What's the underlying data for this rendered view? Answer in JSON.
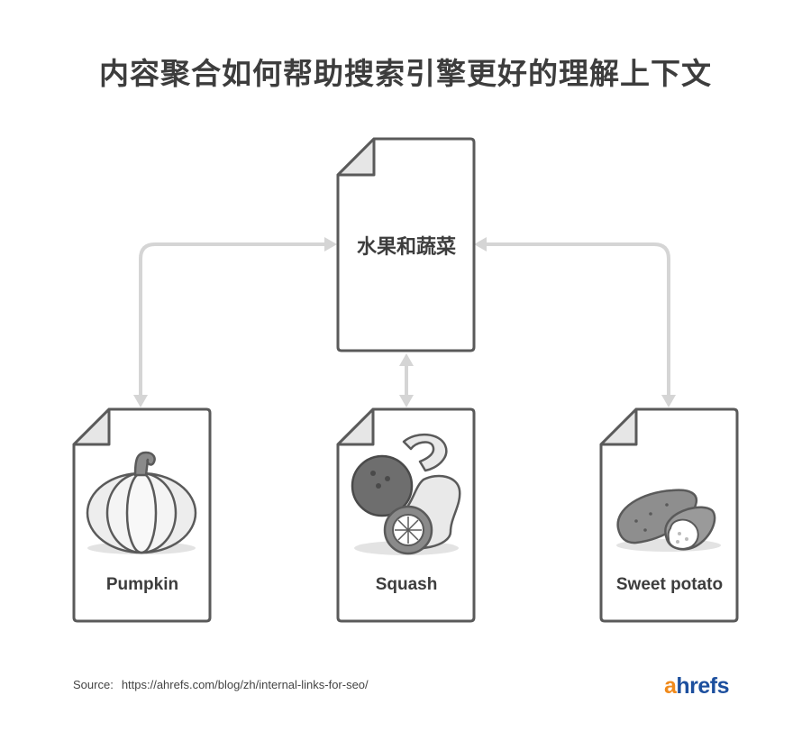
{
  "title": "内容聚合如何帮助搜索引擎更好的理解上下文",
  "hub": {
    "label": "水果和蔬菜"
  },
  "leaves": [
    {
      "label": "Pumpkin",
      "icon": "pumpkin-icon"
    },
    {
      "label": "Squash",
      "icon": "squash-icon"
    },
    {
      "label": "Sweet potato",
      "icon": "sweet-potato-icon"
    }
  ],
  "source": {
    "label": "Source:",
    "url": "https://ahrefs.com/blog/zh/internal-links-for-seo/"
  },
  "logo": {
    "first": "a",
    "rest": "hrefs"
  },
  "colors": {
    "text": "#3d3d3d",
    "stroke": "#5a5a5a",
    "arrow": "#d5d5d5",
    "logo_orange": "#f08a1c",
    "logo_blue": "#1c4f9e"
  }
}
